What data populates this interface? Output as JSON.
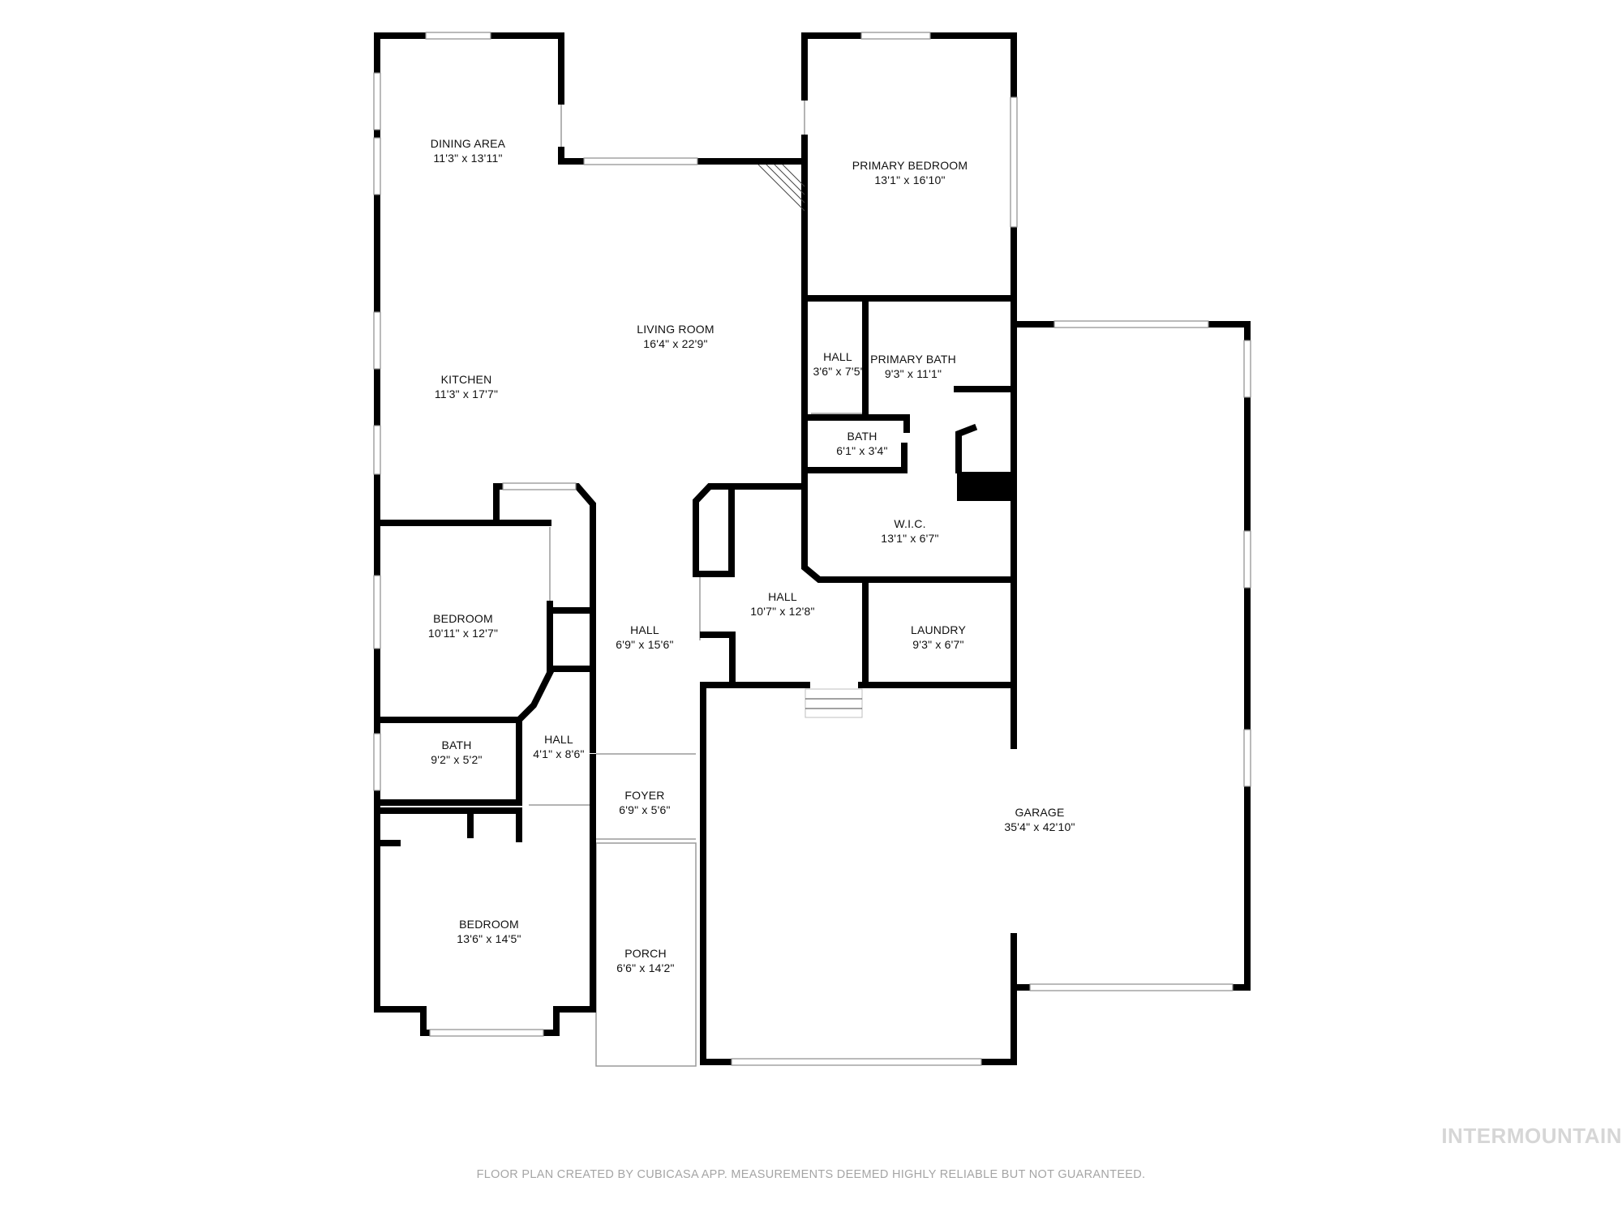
{
  "rooms": [
    {
      "id": "dining_area",
      "name": "DINING AREA",
      "dims": "11'3\" x 13'11\""
    },
    {
      "id": "living_room",
      "name": "LIVING ROOM",
      "dims": "16'4\" x 22'9\""
    },
    {
      "id": "kitchen",
      "name": "KITCHEN",
      "dims": "11'3\" x 17'7\""
    },
    {
      "id": "primary_bedroom",
      "name": "PRIMARY BEDROOM",
      "dims": "13'1\" x 16'10\""
    },
    {
      "id": "hall_a",
      "name": "HALL",
      "dims": "3'6\" x 7'5'"
    },
    {
      "id": "primary_bath",
      "name": "PRIMARY BATH",
      "dims": "9'3\" x 11'1\""
    },
    {
      "id": "bath_a",
      "name": "BATH",
      "dims": "6'1\" x 3'4\""
    },
    {
      "id": "wic",
      "name": "W.I.C.",
      "dims": "13'1\" x 6'7\""
    },
    {
      "id": "hall_b",
      "name": "HALL",
      "dims": "10'7\" x 12'8\""
    },
    {
      "id": "laundry",
      "name": "LAUNDRY",
      "dims": "9'3\" x 6'7\""
    },
    {
      "id": "bedroom_a",
      "name": "BEDROOM",
      "dims": "10'11\" x 12'7\""
    },
    {
      "id": "hall_c",
      "name": "HALL",
      "dims": "6'9\" x 15'6\""
    },
    {
      "id": "bath_b",
      "name": "BATH",
      "dims": "9'2\" x 5'2\""
    },
    {
      "id": "hall_d",
      "name": "HALL",
      "dims": "4'1\" x 8'6\""
    },
    {
      "id": "foyer",
      "name": "FOYER",
      "dims": "6'9\" x 5'6\""
    },
    {
      "id": "garage",
      "name": "GARAGE",
      "dims": "35'4\" x 42'10\""
    },
    {
      "id": "bedroom_b",
      "name": "BEDROOM",
      "dims": "13'6\" x 14'5\""
    },
    {
      "id": "porch",
      "name": "PORCH",
      "dims": "6'6\" x 14'2\""
    }
  ],
  "watermark": "INTERMOUNTAIN",
  "footer": "FLOOR PLAN CREATED BY CUBICASA APP. MEASUREMENTS DEEMED HIGHLY RELIABLE BUT NOT GUARANTEED."
}
